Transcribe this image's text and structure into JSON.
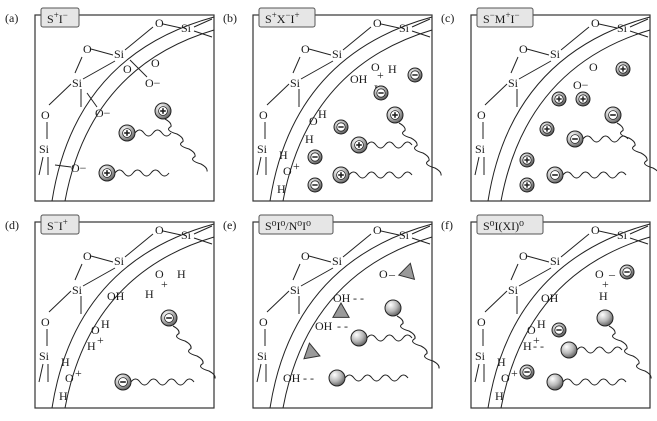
{
  "figure": {
    "panels": [
      {
        "letter": "(a)",
        "title_main": "S",
        "title_sup1": "+",
        "title_mid": "I",
        "title_sup2": "−",
        "title_tail": "",
        "title_sup3": ""
      },
      {
        "letter": "(b)",
        "title_main": "S",
        "title_sup1": "+",
        "title_mid": "X",
        "title_sup2": "−",
        "title_tail": "I",
        "title_sup3": "+"
      },
      {
        "letter": "(c)",
        "title_main": "S",
        "title_sup1": "−",
        "title_mid": "M",
        "title_sup2": "+",
        "title_tail": "I",
        "title_sup3": "−"
      },
      {
        "letter": "(d)",
        "title_main": "S",
        "title_sup1": "−",
        "title_mid": "I",
        "title_sup2": "+",
        "title_tail": "",
        "title_sup3": ""
      },
      {
        "letter": "(e)",
        "title_text": "S⁰I⁰/N⁰I⁰"
      },
      {
        "letter": "(f)",
        "title_text": "S⁰I(XI)⁰"
      }
    ],
    "symbols": {
      "si": "Si",
      "o": "O",
      "oh": "OH",
      "h": "H",
      "o_minus": "O−",
      "plus": "+",
      "minus": "−",
      "dash": "–",
      "dots": "- -"
    }
  }
}
